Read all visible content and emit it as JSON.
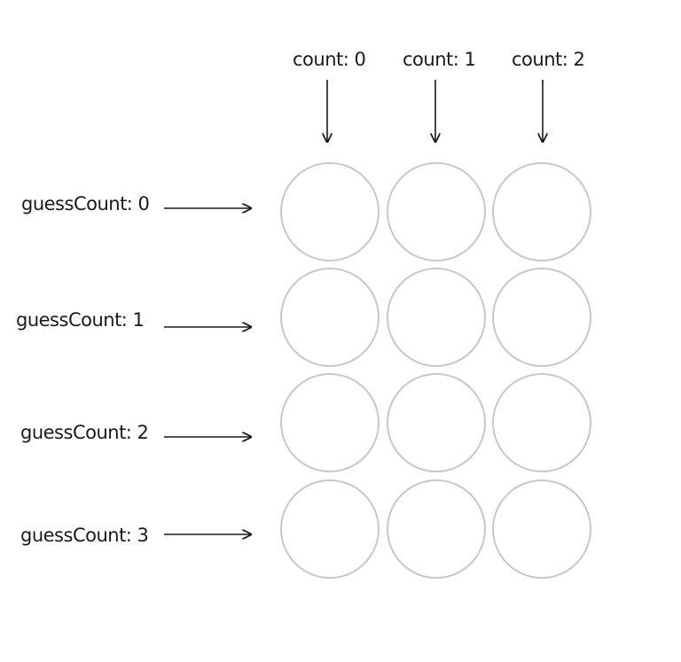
{
  "columns": [
    {
      "label": "count: 0"
    },
    {
      "label": "count: 1"
    },
    {
      "label": "count: 2"
    }
  ],
  "rows": [
    {
      "label": "guessCount: 0"
    },
    {
      "label": "guessCount: 1"
    },
    {
      "label": "guessCount: 2"
    },
    {
      "label": "guessCount: 3"
    }
  ],
  "colors": {
    "circle_stroke": "#c8c8c8",
    "arrow": "#1a1a1a",
    "text": "#1a1a1a"
  }
}
